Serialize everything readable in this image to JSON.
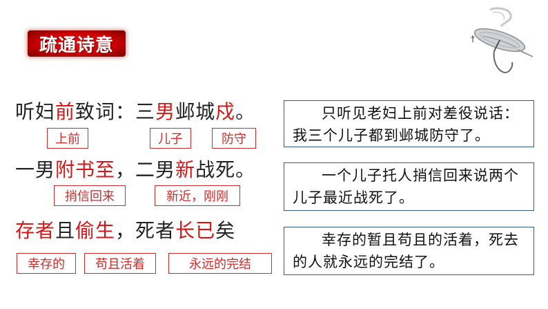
{
  "section": {
    "title": "疏通诗意"
  },
  "poem": {
    "line1": {
      "p1": "听妇",
      "h1": "前",
      "p2": "致词：三",
      "h2": "男",
      "p3": "邺城",
      "h3": "戍",
      "p4": "。"
    },
    "line2": {
      "p1": "一男",
      "h1": "附书至",
      "p2": "，二男",
      "h2": "新",
      "p3": "战死。"
    },
    "line3": {
      "h1": "存者",
      "p1": "且",
      "h2": "偷生",
      "p2": "，死者",
      "h3": "长已",
      "p3": "矣"
    }
  },
  "glosses": {
    "qian": "上前",
    "nan": "儿子",
    "shu": "防守",
    "fushuzhi": "捎信回来",
    "xin": "新近，刚刚",
    "cunzhe": "幸存的",
    "toush": "苟且活着",
    "changyi": "永远的完结"
  },
  "translations": {
    "t1": "只听见老妇上前对差役说话：我三个儿子都到邺城防守了。",
    "t2": "一个儿子托人捎信回来说两个儿子最近战死了。",
    "t3": "幸存的暂且苟且的活着，死去的人就永远的完结了。"
  },
  "colors": {
    "accent_red": "#d61616",
    "badge_red": "#c00000",
    "box_blue": "#2f5b8a"
  },
  "icons": {
    "decoration": "umbrella-illustration"
  }
}
